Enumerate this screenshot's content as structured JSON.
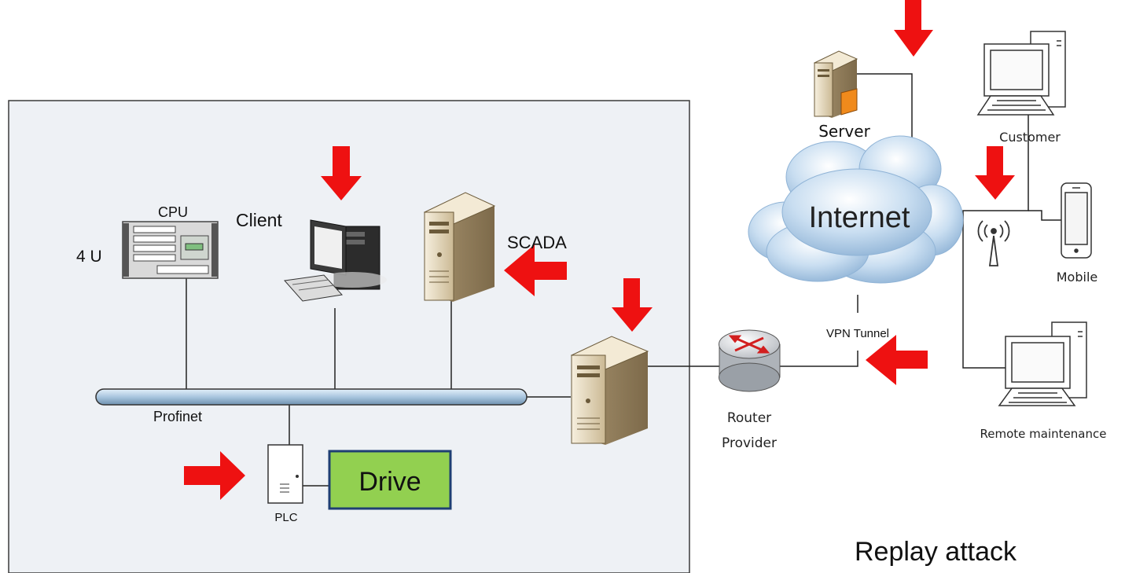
{
  "labels": {
    "cpu": "CPU",
    "rack_units": "4 U",
    "client": "Client",
    "scada": "SCADA",
    "profinet": "Profinet",
    "plc": "PLC",
    "drive": "Drive",
    "router": "Router",
    "provider": "Provider",
    "vpn": "VPN Tunnel",
    "internet": "Internet",
    "server": "Server",
    "customer": "Customer",
    "mobile": "Mobile",
    "remote": "Remote maintenance",
    "caption": "Replay attack"
  },
  "colors": {
    "panel_fill": "#eef1f5",
    "panel_border": "#3a3a3a",
    "attack_arrow": "#ee1111",
    "drive_fill": "#92d050",
    "drive_border": "#1f3f73",
    "bus": "#a9c6df",
    "cloud": "#bfd7ee",
    "server_body": "#e8dcc0"
  }
}
